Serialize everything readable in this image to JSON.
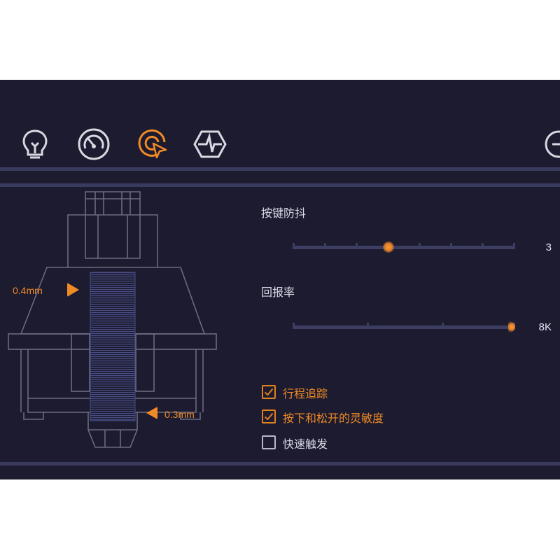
{
  "toolbar": {
    "icons": [
      "lightbulb-icon",
      "speedometer-icon",
      "click-target-icon",
      "switch-emblem-icon",
      "minus-circle-icon"
    ],
    "active": "click-target-icon"
  },
  "colors": {
    "accent": "#f08a24",
    "background": "#1c1b30",
    "track": "#3d3d62",
    "text": "#d8d8e6"
  },
  "switch_diagram": {
    "top_label": "0.4mm",
    "bottom_label": "0.3mm"
  },
  "debounce": {
    "label": "按键防抖",
    "value": "3",
    "fraction": 0.43
  },
  "report_rate": {
    "label": "回报率",
    "value": "8K",
    "fraction": 1.0
  },
  "options": [
    {
      "label": "行程追踪",
      "checked": true
    },
    {
      "label": "按下和松开的灵敏度",
      "checked": true
    },
    {
      "label": "快速触发",
      "checked": false
    }
  ]
}
